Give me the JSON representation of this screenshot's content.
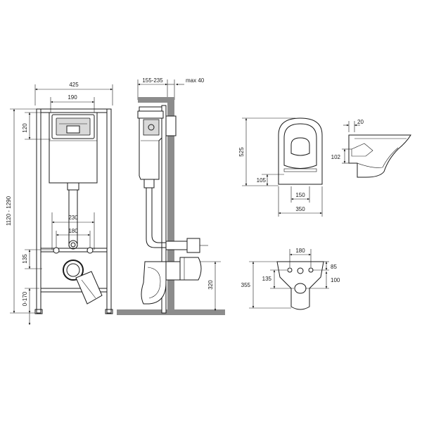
{
  "colors": {
    "line": "#1a1a1a",
    "wall": "#8c8c8c",
    "background": "#ffffff"
  },
  "frame_front": {
    "width": "425",
    "plate_width": "190",
    "plate_height": "120",
    "height_range": "1120 - 1290",
    "pipe_spacing_outer": "230",
    "pipe_spacing_inner": "180",
    "bolt_height": "135",
    "foot_range": "0-170"
  },
  "frame_side": {
    "depth_range": "155-235",
    "wall_offset": "max 40",
    "outlet_height": "320"
  },
  "bowl_top": {
    "length": "525",
    "front_offset": "105",
    "inner_width": "150",
    "outer_width": "350"
  },
  "bowl_side": {
    "rim_offset": "20",
    "inlet_height": "102"
  },
  "bowl_back": {
    "bolt_spacing": "180",
    "bolt_offset_top": "85",
    "inlet_drop": "135",
    "outlet_drop": "100",
    "total_height": "355"
  }
}
